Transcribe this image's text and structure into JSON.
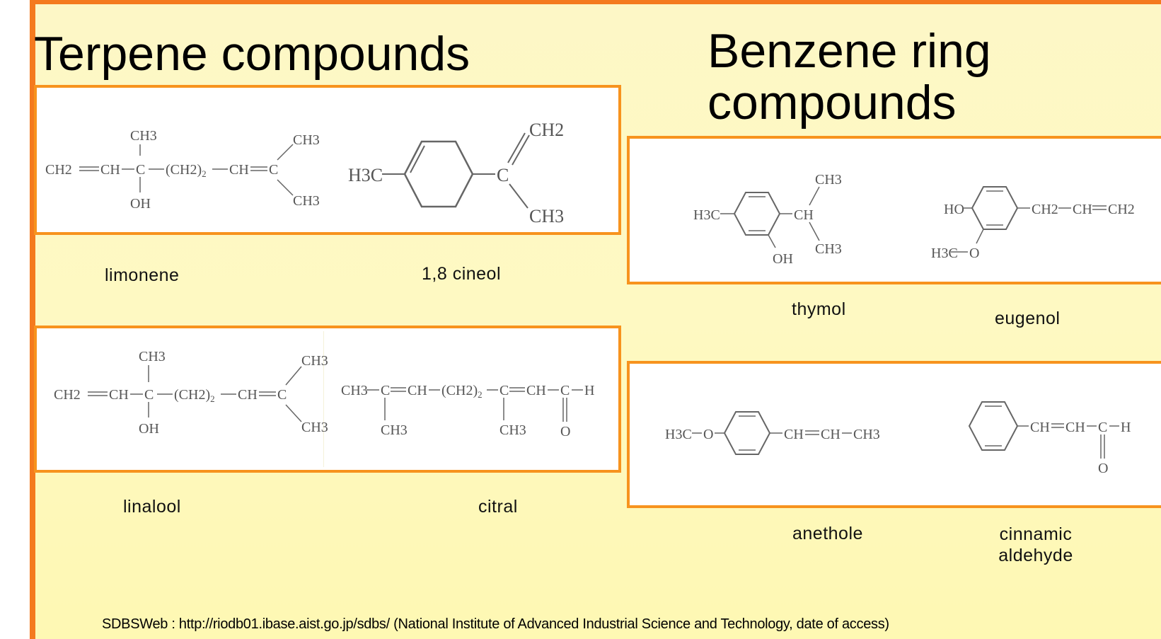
{
  "headings": {
    "terpene": "Terpene compounds",
    "benzene": "Benzene ring compounds"
  },
  "compounds": {
    "limonene": "limonene",
    "cineol": "1,8 cineol",
    "linalool": "linalool",
    "citral": "citral",
    "thymol": "thymol",
    "eugenol": "eugenol",
    "anethole": "anethole",
    "cinnamic_aldehyde": "cinnamic aldehyde"
  },
  "formula_text": {
    "ch3": "CH3",
    "ch2": "CH2",
    "ch2_chain": "CH2",
    "ch2_chain_sub": "2",
    "ch": "CH",
    "c": "C",
    "h": "H",
    "o": "O",
    "oh": "OH",
    "ho": "HO",
    "h3c": "H3C"
  },
  "source": "SDBSWeb : http://riodb01.ibase.aist.go.jp/sdbs/ (National Institute of Advanced Industrial Science and Technology, date of access)",
  "colors": {
    "accent_orange": "#f47a1e",
    "panel_border": "#f7931e",
    "background_yellow": "#fef9c2"
  }
}
